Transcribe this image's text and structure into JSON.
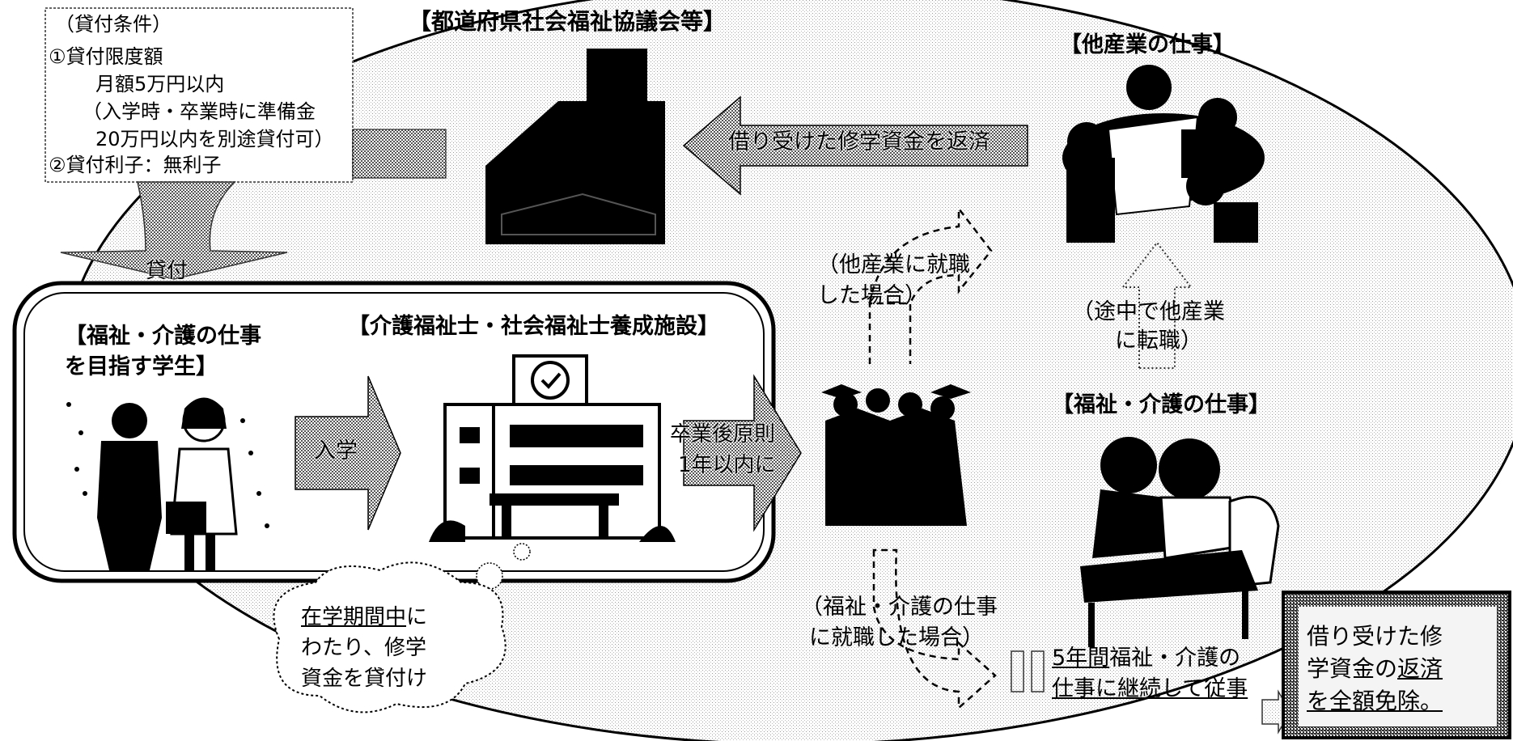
{
  "conditions": {
    "title": "（貸付条件）",
    "item1_title": "①貸付限度額",
    "item1_line1": "月額5万円以内",
    "item1_line2": "（入学時・卒業時に準備金",
    "item1_line3": "20万円以内を別途貸付可）",
    "item2": "②貸付利子：無利子"
  },
  "council": {
    "title": "【都道府県社会福祉協議会等】"
  },
  "repay_arrow": {
    "label": "借り受けた修学資金を返済"
  },
  "loan_arrow": {
    "label": "貸付"
  },
  "other_job": {
    "title": "【他産業の仕事】"
  },
  "student": {
    "title_line1": "【福祉・介護の仕事",
    "title_line2": "を目指す学生】"
  },
  "school": {
    "title": "【介護福祉士・社会福祉士養成施設】"
  },
  "enroll_arrow": {
    "label": "入学"
  },
  "graduation_arrow": {
    "line1": "卒業後原則",
    "line2": "1年以内に"
  },
  "other_employment": {
    "line1": "（他産業に就職",
    "line2": "した場合）"
  },
  "job_change": {
    "line1": "（途中で他産業",
    "line2": "に転職）"
  },
  "welfare_job": {
    "title": "【福祉・介護の仕事】"
  },
  "welfare_employment": {
    "line1": "（福祉・介護の仕事",
    "line2": "に就職した場合）"
  },
  "continuation": {
    "line1_u": "5年間",
    "line1_rest": "福祉・介護の",
    "line2": "仕事に継続して従事"
  },
  "exemption": {
    "line1": "借り受けた修",
    "line2_a": "学資金の",
    "line2_u": "返済",
    "line3": "を全額免除。"
  },
  "cloud": {
    "line1_u": "在学期間中",
    "line1_rest": "に",
    "line2": "わたり、修学",
    "line3": "資金を貸付け"
  }
}
